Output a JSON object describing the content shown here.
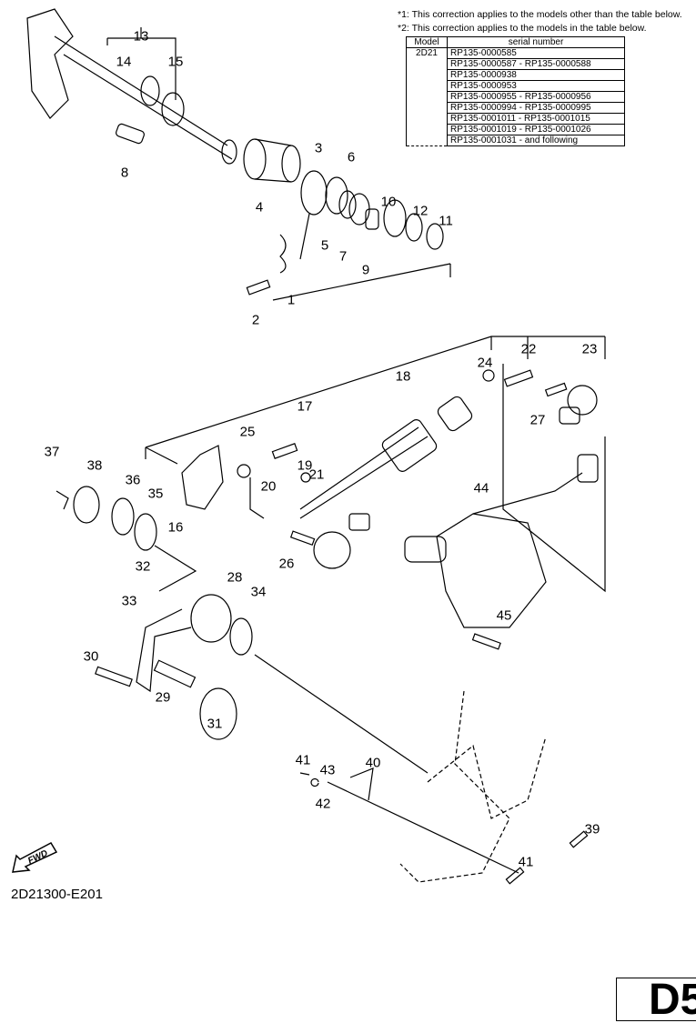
{
  "notes": {
    "note1": "*1: This correction applies to the models other than the table below.",
    "note2": "*2: This correction applies to the models in the table below."
  },
  "serial_table": {
    "headers": [
      "Model",
      "serial number"
    ],
    "model": "2D21",
    "serials": [
      "RP135-0000585",
      "RP135-0000587 - RP135-0000588",
      "RP135-0000938",
      "RP135-0000953",
      "RP135-0000955 - RP135-0000956",
      "RP135-0000994 - RP135-0000995",
      "RP135-0001011 - RP135-0001015",
      "RP135-0001019 - RP135-0001026",
      "RP135-0001031 - and following"
    ]
  },
  "callouts": [
    "13",
    "14",
    "15",
    "8",
    "3",
    "6",
    "4",
    "5",
    "7",
    "10",
    "12",
    "11",
    "9",
    "1",
    "2",
    "22",
    "23",
    "24",
    "18",
    "17",
    "27",
    "25",
    "37",
    "38",
    "19",
    "36",
    "35",
    "20",
    "21",
    "44",
    "16",
    "26",
    "32",
    "28",
    "34",
    "33",
    "45",
    "30",
    "29",
    "31",
    "41",
    "43",
    "40",
    "42",
    "39",
    "41"
  ],
  "fwd_label": "FWD",
  "diagram_code": "2D21300-E201",
  "page_label": "D5"
}
